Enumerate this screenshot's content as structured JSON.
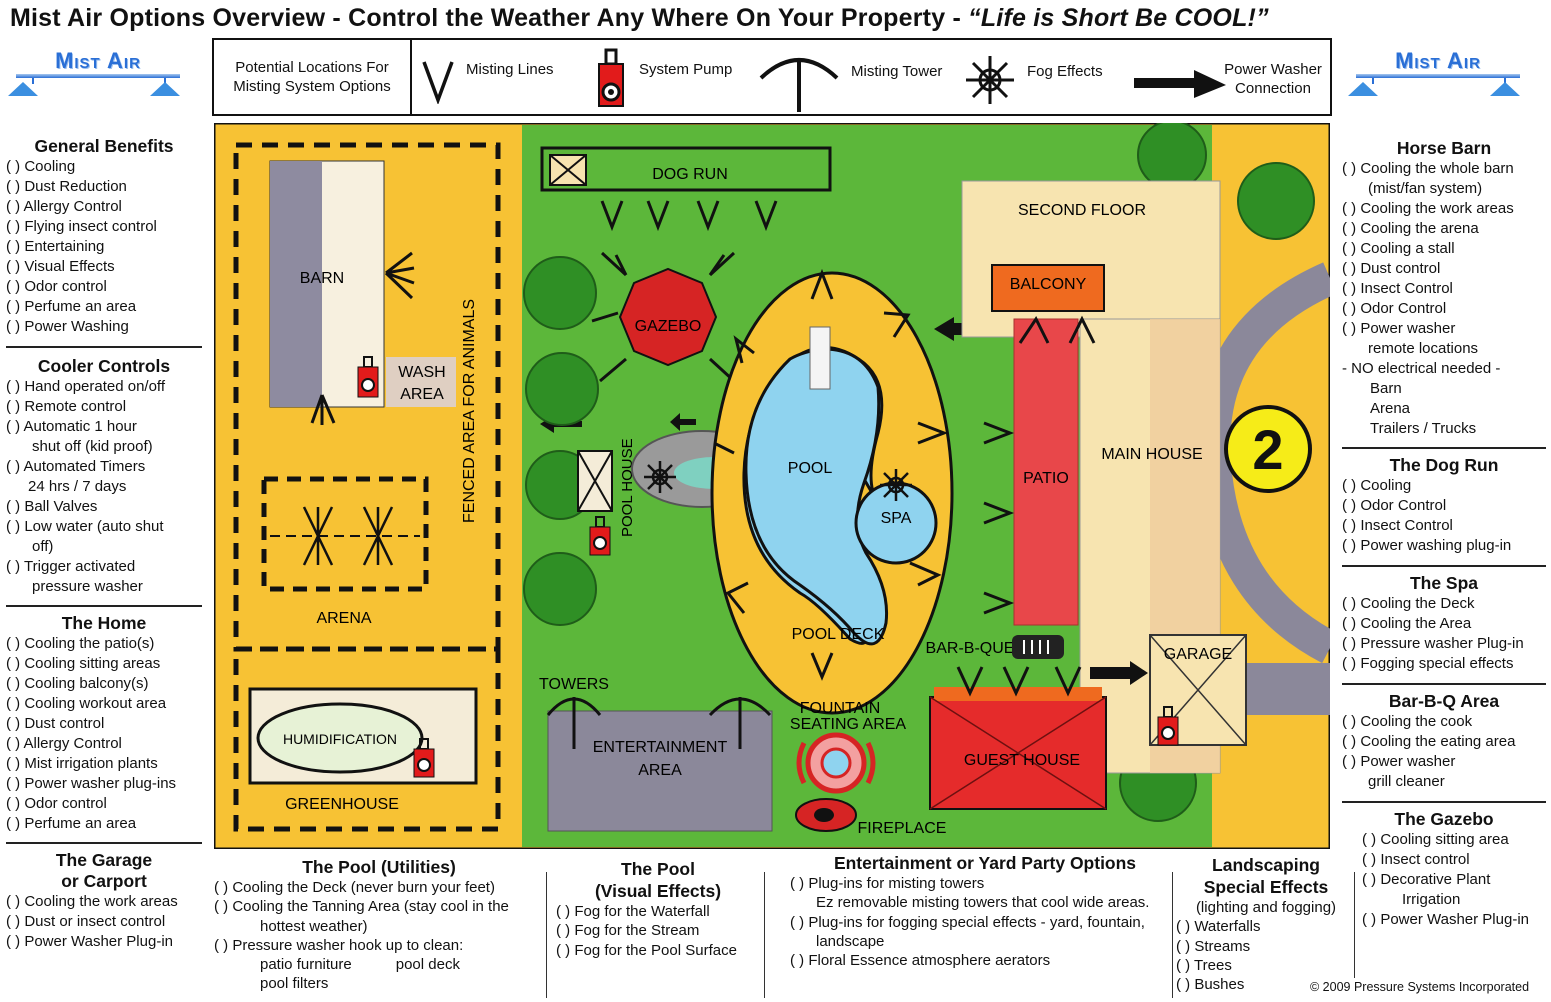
{
  "header": {
    "title": "Mist Air Options Overview - Control the Weather Any Where On Your Property - ",
    "slogan": "“Life is Short Be COOL!”",
    "logo_text": "Mist Air"
  },
  "legend": {
    "intro_line1": "Potential Locations For",
    "intro_line2": "Misting System Options",
    "misting_lines": "Misting Lines",
    "system_pump": "System Pump",
    "misting_tower": "Misting Tower",
    "fog_effects": "Fog Effects",
    "power_washer_line1": "Power Washer",
    "power_washer_line2": "Connection"
  },
  "left": {
    "general": {
      "title": "General Benefits",
      "items": [
        "( ) Cooling",
        "( ) Dust Reduction",
        "( ) Allergy Control",
        "( ) Flying insect control",
        "( ) Entertaining",
        "( ) Visual Effects",
        "( ) Odor control",
        "( ) Perfume an area",
        "( ) Power Washing"
      ]
    },
    "cooler": {
      "title": "Cooler Controls",
      "i1": "( ) Hand operated on/off",
      "i2": "( ) Remote control",
      "i3": "( ) Automatic 1 hour",
      "i3b": "shut off (kid proof)",
      "i4": "( ) Automated Timers",
      "i4b": "24 hrs / 7 days",
      "i5": "( ) Ball Valves",
      "i6": "( ) Low water (auto shut",
      "i6b": "off)",
      "i7": "( ) Trigger activated",
      "i7b": "pressure washer"
    },
    "home": {
      "title": "The Home",
      "items": [
        "( ) Cooling the patio(s)",
        "( ) Cooling sitting areas",
        "( ) Cooling balcony(s)",
        "( ) Cooling workout area",
        "( ) Dust control",
        "( ) Allergy Control",
        "( ) Mist irrigation plants",
        "( ) Power washer plug-ins",
        "( ) Odor control",
        "( ) Perfume an area"
      ]
    },
    "garage": {
      "title1": "The Garage",
      "title2": "or Carport",
      "items": [
        "( ) Cooling the work areas",
        "( ) Dust or insect control",
        "( ) Power Washer Plug-in"
      ]
    }
  },
  "right": {
    "horse": {
      "title": "Horse Barn",
      "i1": "( ) Cooling the whole barn",
      "i1b": "(mist/fan system)",
      "i2": "( ) Cooling the work areas",
      "i3": "( ) Cooling the arena",
      "i4": "( ) Cooling a stall",
      "i5": "( ) Dust control",
      "i6": "( ) Insect Control",
      "i7": "( ) Odor Control",
      "i8": "( ) Power washer",
      "i8b": "remote locations",
      "i9": "- NO electrical needed -",
      "i9a": "Barn",
      "i9b": "Arena",
      "i9c": "Trailers / Trucks"
    },
    "dogrun": {
      "title": "The Dog Run",
      "items": [
        "( ) Cooling",
        "( ) Odor Control",
        "( ) Insect Control",
        "( ) Power washing plug-in"
      ]
    },
    "spa": {
      "title": "The Spa",
      "items": [
        "( ) Cooling the Deck",
        "( ) Cooling the Area",
        "( ) Pressure washer Plug-in",
        "( ) Fogging special effects"
      ]
    },
    "bbq": {
      "title": "Bar-B-Q Area",
      "i1": "( ) Cooling the cook",
      "i2": "( ) Cooling the eating area",
      "i3": "( ) Power washer",
      "i3b": "grill cleaner"
    },
    "gazebo": {
      "title": "The Gazebo",
      "i1": "( ) Cooling sitting area",
      "i2": "( ) Insect control",
      "i3": "( ) Decorative Plant",
      "i3b": "Irrigation",
      "i4": "( ) Power Washer Plug-in"
    }
  },
  "bottom": {
    "pool_util": {
      "title": "The Pool (Utilities)",
      "i1": "( ) Cooling the Deck (never burn your feet)",
      "i2": "( ) Cooling the Tanning Area (stay cool in the",
      "i2b": "hottest weather)",
      "i3": "( ) Pressure washer hook up to clean:",
      "i3a": "patio furniture",
      "i3b": "pool deck",
      "i3c": "pool filters"
    },
    "pool_vis": {
      "title1": "The Pool",
      "title2": "(Visual Effects)",
      "items": [
        "( ) Fog for the Waterfall",
        "( ) Fog for the Stream",
        "( ) Fog for the Pool Surface"
      ]
    },
    "ent": {
      "title": "Entertainment or Yard Party Options",
      "i1": "( ) Plug-ins for misting towers",
      "i1b": "Ez removable misting towers that cool wide areas.",
      "i2": "( ) Plug-ins for fogging special effects - yard, fountain,",
      "i2b": "landscape",
      "i3": "( ) Floral Essence atmosphere aerators"
    },
    "land": {
      "title1": "Landscaping",
      "title2": "Special Effects",
      "sub": "(lighting and fogging)",
      "items": [
        "( ) Waterfalls",
        "( ) Streams",
        "( ) Trees",
        "( ) Bushes"
      ]
    },
    "copyright": "© 2009 Pressure Systems Incorporated"
  },
  "map": {
    "barn": "BARN",
    "wash1": "WASH",
    "wash2": "AREA",
    "arena": "ARENA",
    "fenced": "FENCED AREA FOR ANIMALS",
    "humid": "HUMIDIFICATION",
    "greenhouse": "GREENHOUSE",
    "dogrun": "DOG RUN",
    "gazebo": "GAZEBO",
    "poolhouse": "POOL HOUSE",
    "pool": "POOL",
    "spa": "SPA",
    "pooldeck": "POOL DECK",
    "towers": "TOWERS",
    "ent1": "ENTERTAINMENT",
    "ent2": "AREA",
    "fountain1": "FOUNTAIN",
    "fountain2": "SEATING AREA",
    "fireplace": "FIREPLACE",
    "second": "SECOND FLOOR",
    "balcony": "BALCONY",
    "patio": "PATIO",
    "mainhouse": "MAIN HOUSE",
    "bbq": "BAR-B-QUE",
    "garage": "GARAGE",
    "guest": "GUEST HOUSE",
    "two": "2"
  },
  "colors": {
    "yard": "#f7c234",
    "grass": "#5cb73a",
    "pool": "#8fd3ef",
    "house": "#f7e4b0",
    "patio": "#e8474a",
    "guest": "#e52b2b",
    "balcony": "#ef6a1f",
    "road": "#8b889a",
    "barn": "#8e8ba0",
    "tree": "#2f8f25",
    "logo": "#2a6fd6"
  }
}
